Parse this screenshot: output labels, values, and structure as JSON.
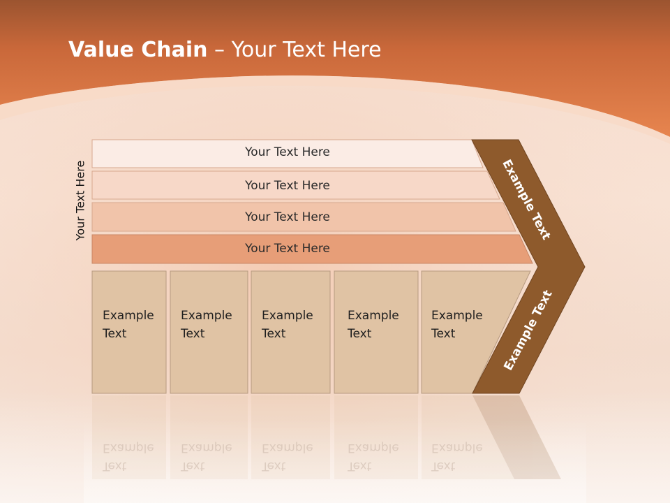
{
  "title": {
    "bold": "Value Chain",
    "rest": " – Your Text Here"
  },
  "side_label": "Your Text Here",
  "rows": [
    {
      "label": "Your Text Here"
    },
    {
      "label": "Your Text Here"
    },
    {
      "label": "Your Text Here"
    },
    {
      "label": "Your Text Here"
    }
  ],
  "boxes": [
    {
      "line1": "Example",
      "line2": "Text"
    },
    {
      "line1": "Example",
      "line2": "Text"
    },
    {
      "line1": "Example",
      "line2": "Text"
    },
    {
      "line1": "Example",
      "line2": "Text"
    },
    {
      "line1": "Example",
      "line2": "Text"
    }
  ],
  "chevron": {
    "upper": "Example Text",
    "lower": "Example Text"
  },
  "colors": {
    "header": "#d9733f",
    "row1": "#fbece5",
    "row2": "#f7d8c8",
    "row3": "#f1c4aa",
    "row4": "#e79e78",
    "box": "#e0c3a4",
    "chevron": "#8e5a2c"
  }
}
